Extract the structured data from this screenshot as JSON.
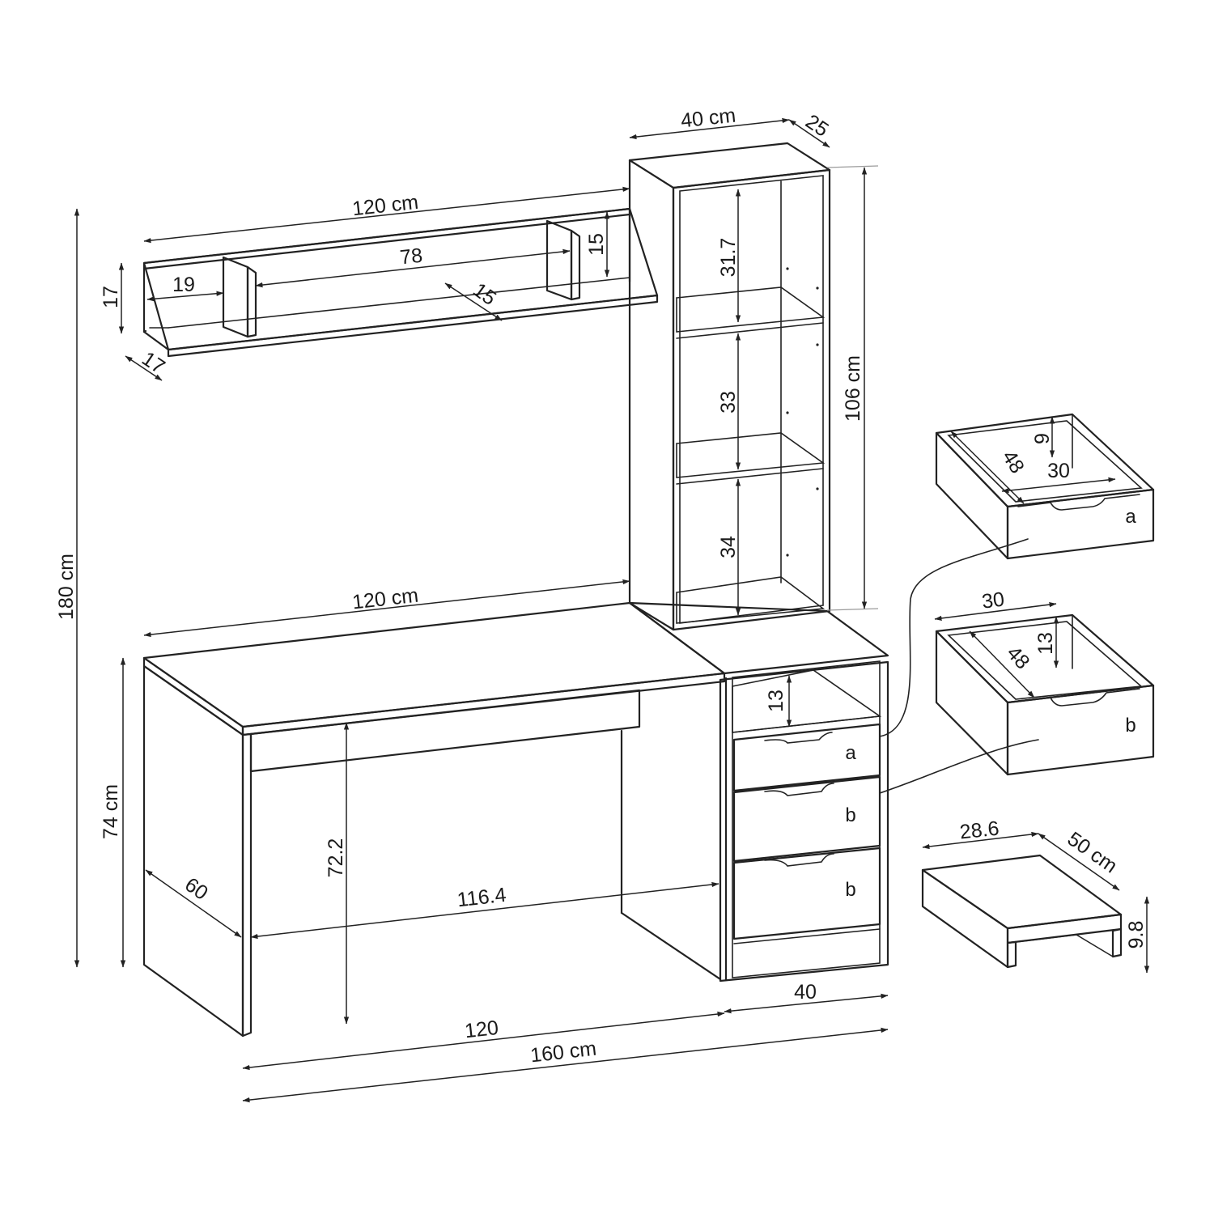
{
  "colors": {
    "line": "#222222",
    "extension": "#9a9a9a",
    "background": "#ffffff"
  },
  "dimensions": {
    "total_height": "180 cm",
    "shelf_width": "120 cm",
    "shelf_height_left": "17",
    "shelf_depth": "17",
    "shelf_left_compartment": "19",
    "shelf_middle_compartment": "78",
    "shelf_middle_depth": "15",
    "shelf_right_height": "15",
    "bookcase_width": "40 cm",
    "bookcase_depth": "25",
    "bookcase_height": "106 cm",
    "compartment_1": "31.7",
    "compartment_2": "33",
    "compartment_3": "34",
    "desk_width_top": "120 cm",
    "desk_height": "74 cm",
    "desk_depth": "60",
    "knee_height": "72.2",
    "knee_width": "116.4",
    "cabinet_open_height": "13",
    "bottom_desk_width": "120",
    "bottom_cabinet_width": "40",
    "bottom_total_width": "160 cm",
    "drawer_a_depth": "48",
    "drawer_a_height": "9",
    "drawer_a_width": "30",
    "drawer_b_width": "30",
    "drawer_b_depth": "48",
    "drawer_b_height": "13",
    "riser_width": "28.6",
    "riser_depth": "50 cm",
    "riser_height": "9.8"
  },
  "tags": {
    "drawer_a": "a",
    "drawer_b": "b",
    "cabinet_a": "a",
    "cabinet_b1": "b",
    "cabinet_b2": "b"
  }
}
